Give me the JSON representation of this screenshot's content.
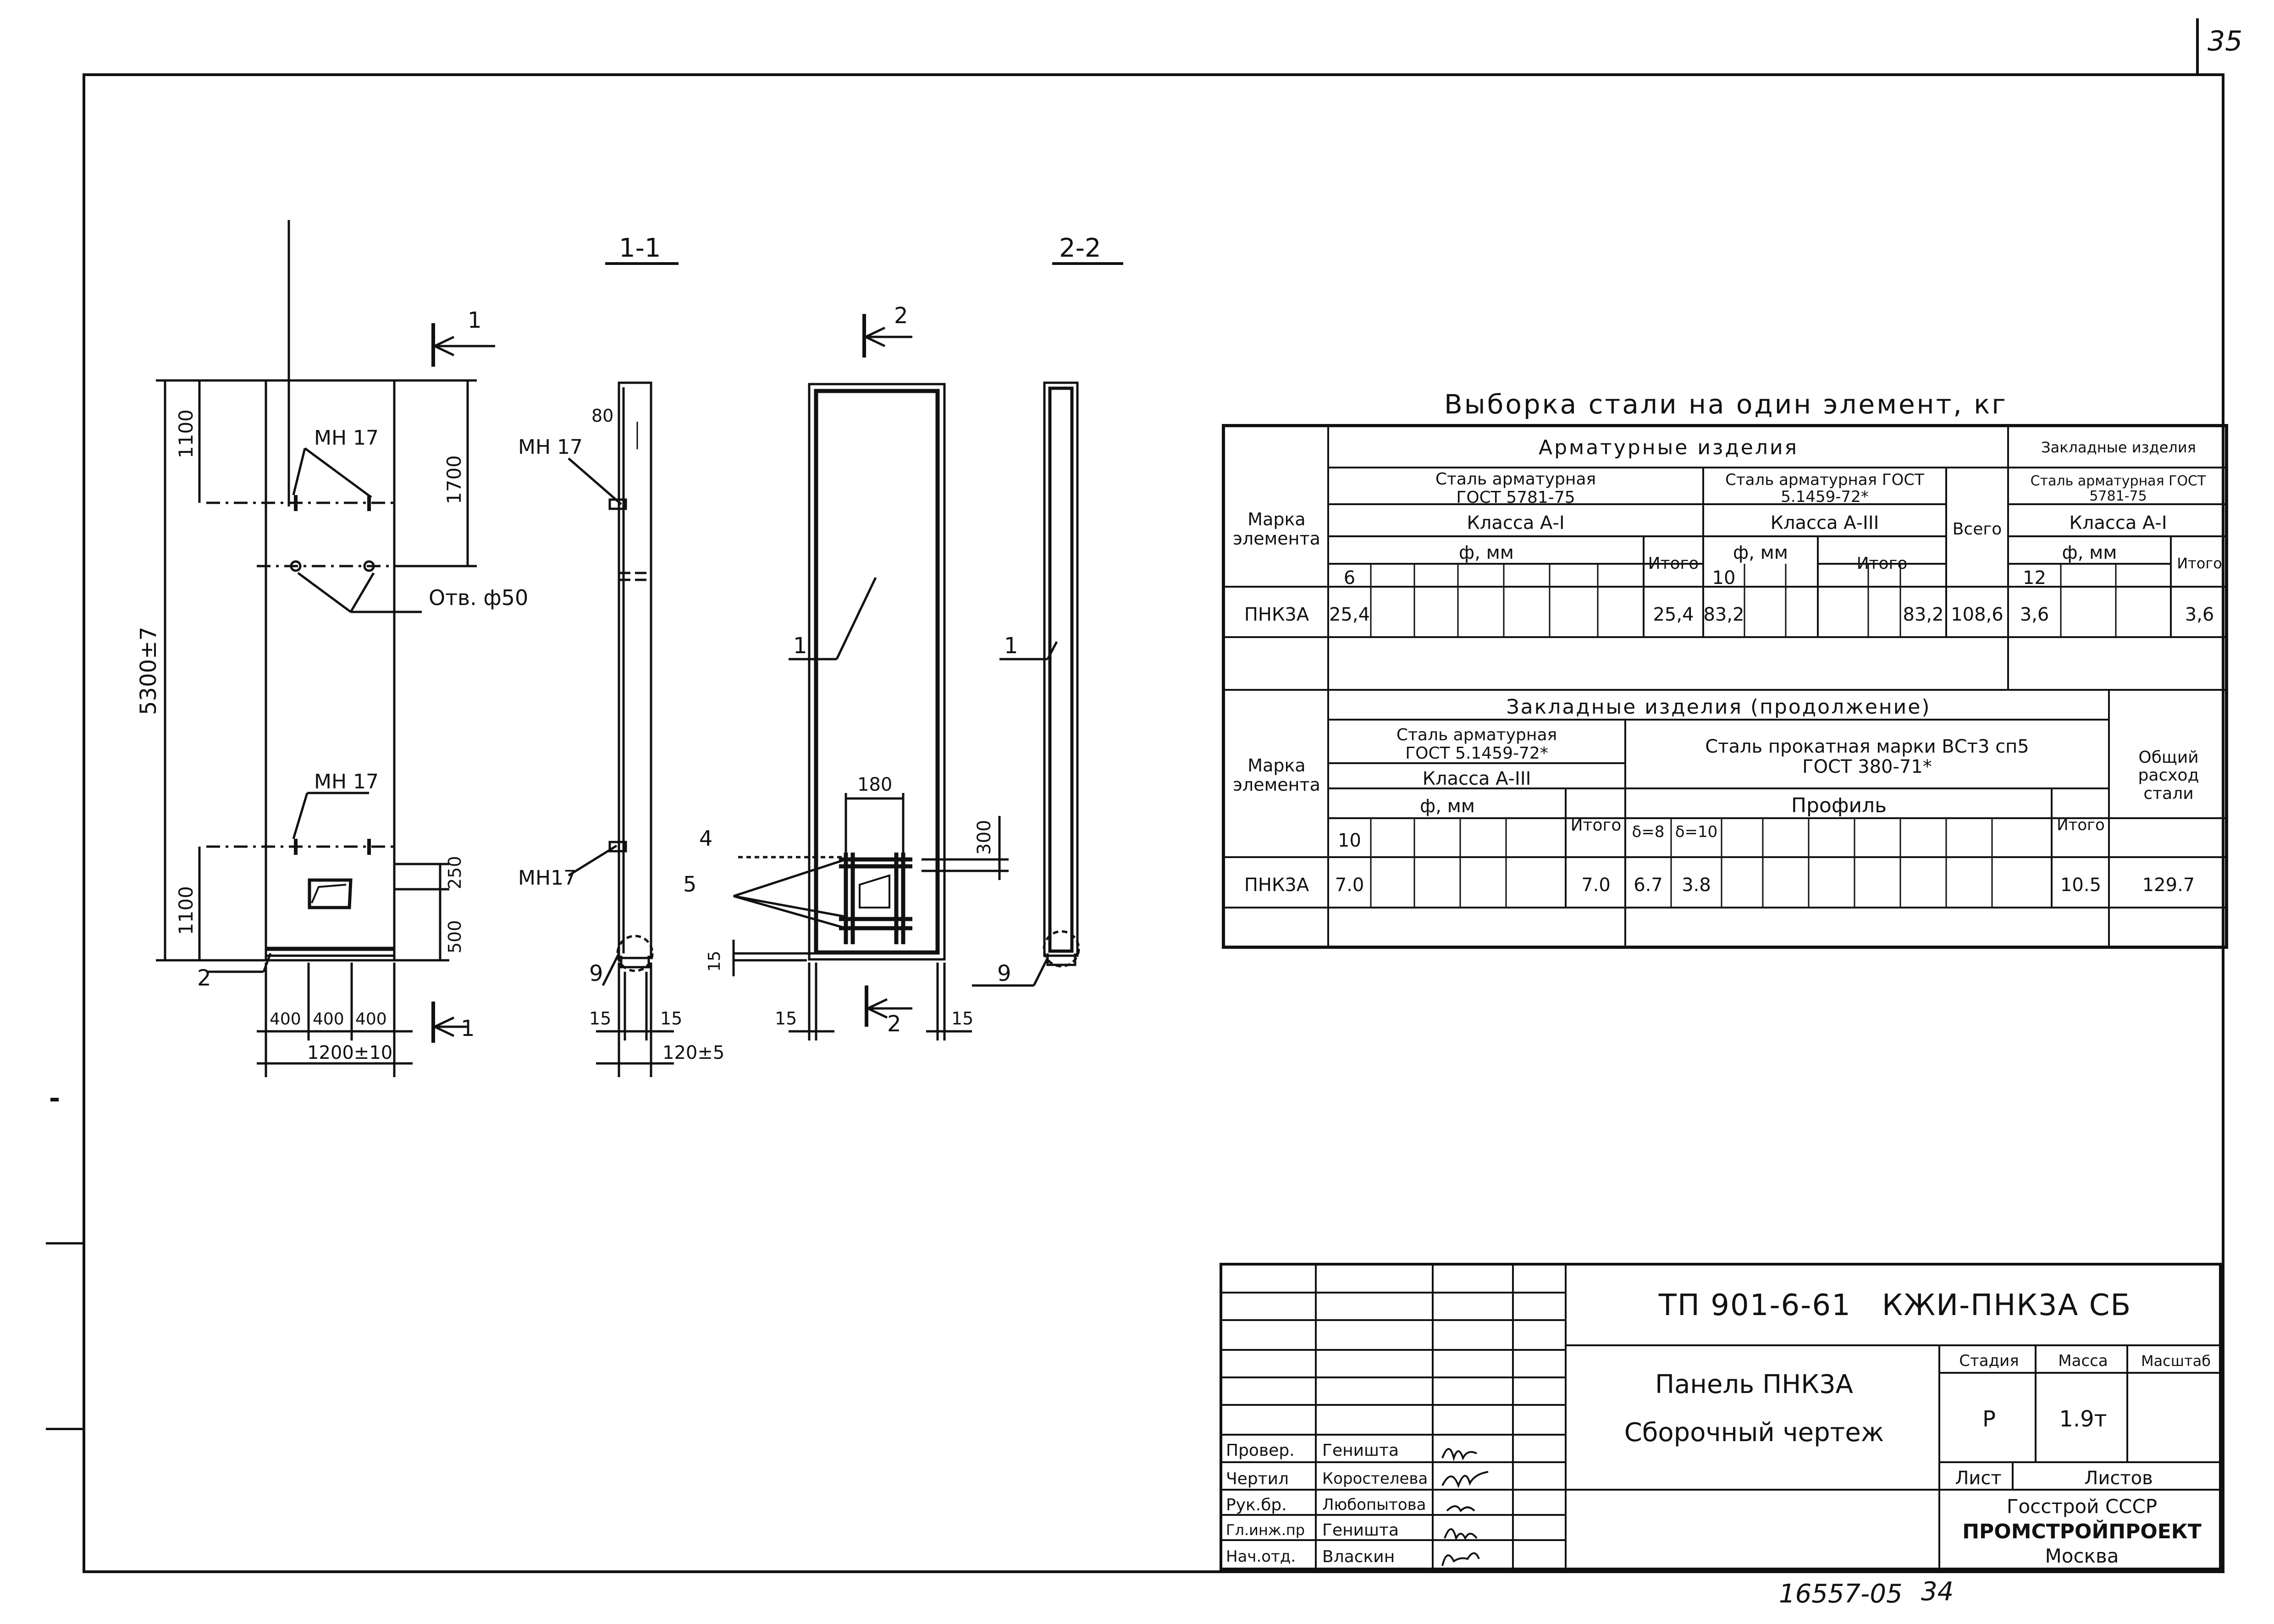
{
  "page_number": "35",
  "footer_code": "16557-05",
  "footer_sheet": "34",
  "left_margin_marks": [
    "...",
    "...",
    "..."
  ],
  "drawing": {
    "section_1_1": "1-1",
    "section_2_2": "2-2",
    "cut_1": "1",
    "cut_2": "2",
    "panel_dims": {
      "height": "5300±7",
      "top": "1100",
      "top_inner": "1700",
      "bottom": "1100",
      "d250": "250",
      "d500": "500",
      "w1": "400",
      "w2": "400",
      "w3": "400",
      "width": "1200±10"
    },
    "labels": {
      "mn17_a": "МН 17",
      "mn17_b": "МН 17",
      "hole": "Отв. ф50",
      "pos2": "2",
      "side_mn17_top": "МН 17",
      "side_mn17_bot": "МН17",
      "side_80": "80",
      "side_15a": "15",
      "side_15b": "15",
      "side_120": "120±5",
      "pos1_a": "1",
      "pos9_a": "9",
      "pos1_b": "1",
      "pos4": "4",
      "pos5": "5",
      "d180": "180",
      "d300": "300",
      "d15_a": "15",
      "d15_b": "15",
      "d15_c": "15",
      "pos1_c": "1",
      "pos9_b": "9"
    }
  },
  "steel_table": {
    "title": "Выборка стали на один элемент, кг",
    "h_armature": "Арматурные изделия",
    "h_embedded": "Закладные изделия",
    "h_marka": "Марка элемента",
    "h_steel_a1": "Сталь арматурная ГОСТ 5781-75",
    "h_steel_a3": "Сталь арматурная ГОСТ 5.1459-72*",
    "h_steel_emb": "Сталь арматурная ГОСТ 5781-75",
    "h_class_a1": "Класса А-I",
    "h_class_a3": "Класса А-III",
    "h_class_emb": "Класса А-I",
    "h_phi_1": "ф, мм",
    "h_phi_2": "ф, мм",
    "h_phi_3": "ф, мм",
    "h_itogo_1": "Итого",
    "h_itogo_2": "Итого",
    "h_itogo_3": "Итого",
    "h_vsego": "Всего",
    "d6": "6",
    "d10": "10",
    "d12": "12",
    "row_mark": "ПНК3А",
    "r1_6": "25,4",
    "r1_itogo1": "25,4",
    "r1_10": "83,2",
    "r1_itogo2": "83,2",
    "r1_vsego": "108,6",
    "r1_12": "3,6",
    "r1_itogo3": "3,6",
    "h2_embedded_cont": "Закладные изделия (продолжение)",
    "h2_marka": "Марка элемента",
    "h2_steel_a3": "Сталь арматурная ГОСТ 5.1459-72*",
    "h2_class_a3": "Класса А-III",
    "h2_phi": "ф, мм",
    "h2_itogo_1": "Итого",
    "h2_rolled": "Сталь прокатная марки ВСт3 сп5 ГОСТ 380-71*",
    "h2_profile": "Профиль",
    "h2_itogo_2": "Итого",
    "h2_total": "Общий расход стали",
    "h2_d10": "10",
    "h2_delta8": "δ=8",
    "h2_delta10": "δ=10",
    "r2_mark": "ПНК3А",
    "r2_10": "7.0",
    "r2_itogo1": "7.0",
    "r2_delta8": "6.7",
    "r2_delta10": "3.8",
    "r2_itogo2": "10.5",
    "r2_total": "129.7"
  },
  "title_block": {
    "code": "ТП 901-6-61   КЖИ-ПНК3А СБ",
    "name_line1": "Панель ПНК3А",
    "name_line2": "Сборочный чертеж",
    "h_stage": "Стадия",
    "h_mass": "Масса",
    "h_scale": "Масштаб",
    "stage": "Р",
    "mass": "1.9т",
    "h_sheet": "Лист",
    "h_sheets": "Листов",
    "org1": "Госстрой СССР",
    "org2": "ПРОМСТРОЙПРОЕКТ",
    "org3": "Москва",
    "roles": [
      "Провер.",
      "Чертил",
      "Рук.бр.",
      "Гл.инж.пр",
      "Нач.отд."
    ],
    "names": [
      "Геништа",
      "Коростелева",
      "Любопытова",
      "Геништа",
      "Власкин"
    ]
  }
}
